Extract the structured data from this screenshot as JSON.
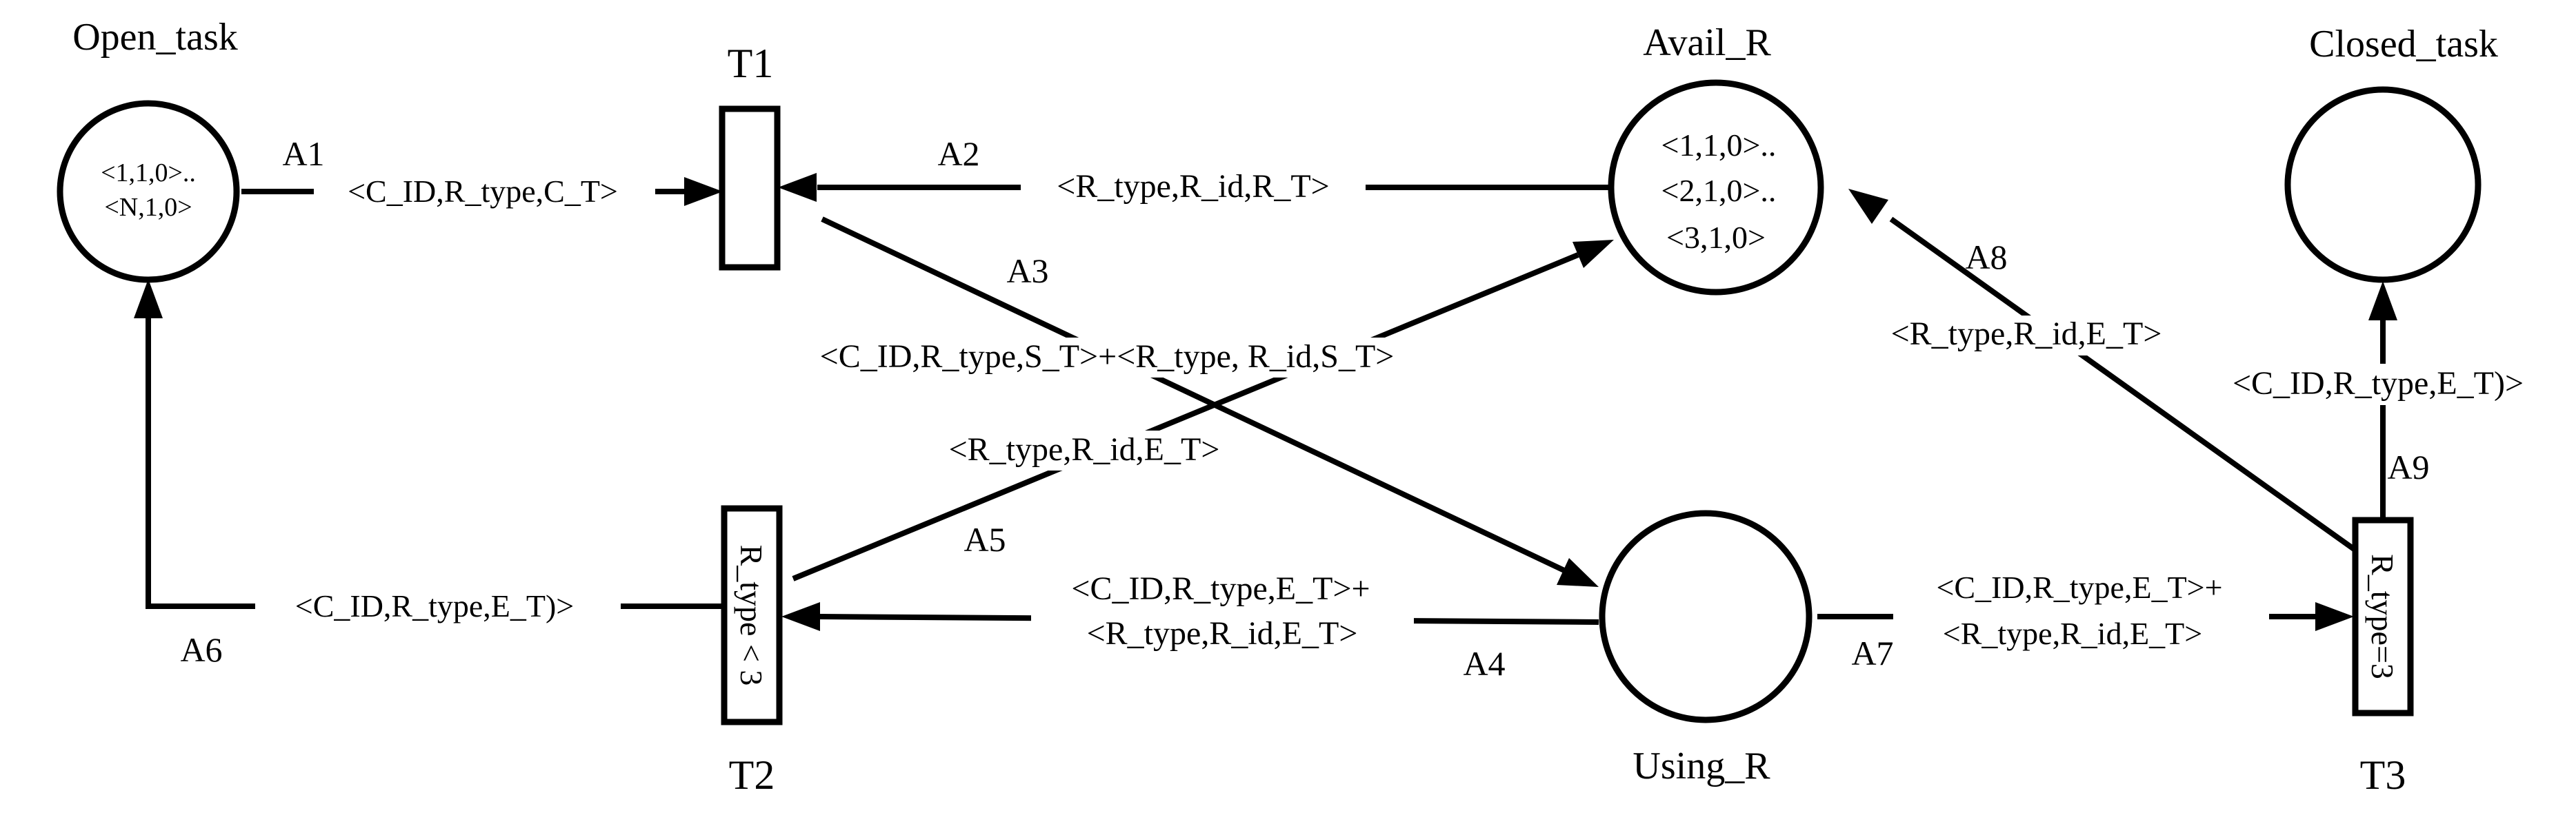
{
  "places": {
    "open_task": {
      "label": "Open_task",
      "tokens": [
        "<1,1,0>..",
        "<N,1,0>"
      ]
    },
    "avail_r": {
      "label": "Avail_R",
      "tokens": [
        "<1,1,0>..",
        "<2,1,0>..",
        "<3,1,0>"
      ]
    },
    "closed_task": {
      "label": "Closed_task"
    },
    "using_r": {
      "label": "Using_R"
    }
  },
  "transitions": {
    "t1": {
      "label": "T1",
      "guard": ""
    },
    "t2": {
      "label": "T2",
      "guard": "R_type < 3"
    },
    "t3": {
      "label": "T3",
      "guard": "R_type=3"
    }
  },
  "arcs": {
    "a1": {
      "name": "A1",
      "expr": "<C_ID,R_type,C_T>"
    },
    "a2": {
      "name": "A2",
      "expr": "<R_type,R_id,R_T>"
    },
    "a3": {
      "name": "A3",
      "expr": "<C_ID,R_type,S_T>+<R_type, R_id,S_T>"
    },
    "a4": {
      "name": "A4",
      "expr_line1": "<C_ID,R_type,E_T>+",
      "expr_line2": "<R_type,R_id,E_T>"
    },
    "a5": {
      "name": "A5",
      "expr": "<R_type,R_id,E_T>"
    },
    "a6": {
      "name": "A6",
      "expr": "<C_ID,R_type,E_T)>"
    },
    "a7": {
      "name": "A7",
      "expr_line1": "<C_ID,R_type,E_T>+",
      "expr_line2": "<R_type,R_id,E_T>"
    },
    "a8": {
      "name": "A8",
      "expr": "<R_type,R_id,E_T>"
    },
    "a9": {
      "name": "A9",
      "expr": "<C_ID,R_type,E_T)>"
    }
  }
}
